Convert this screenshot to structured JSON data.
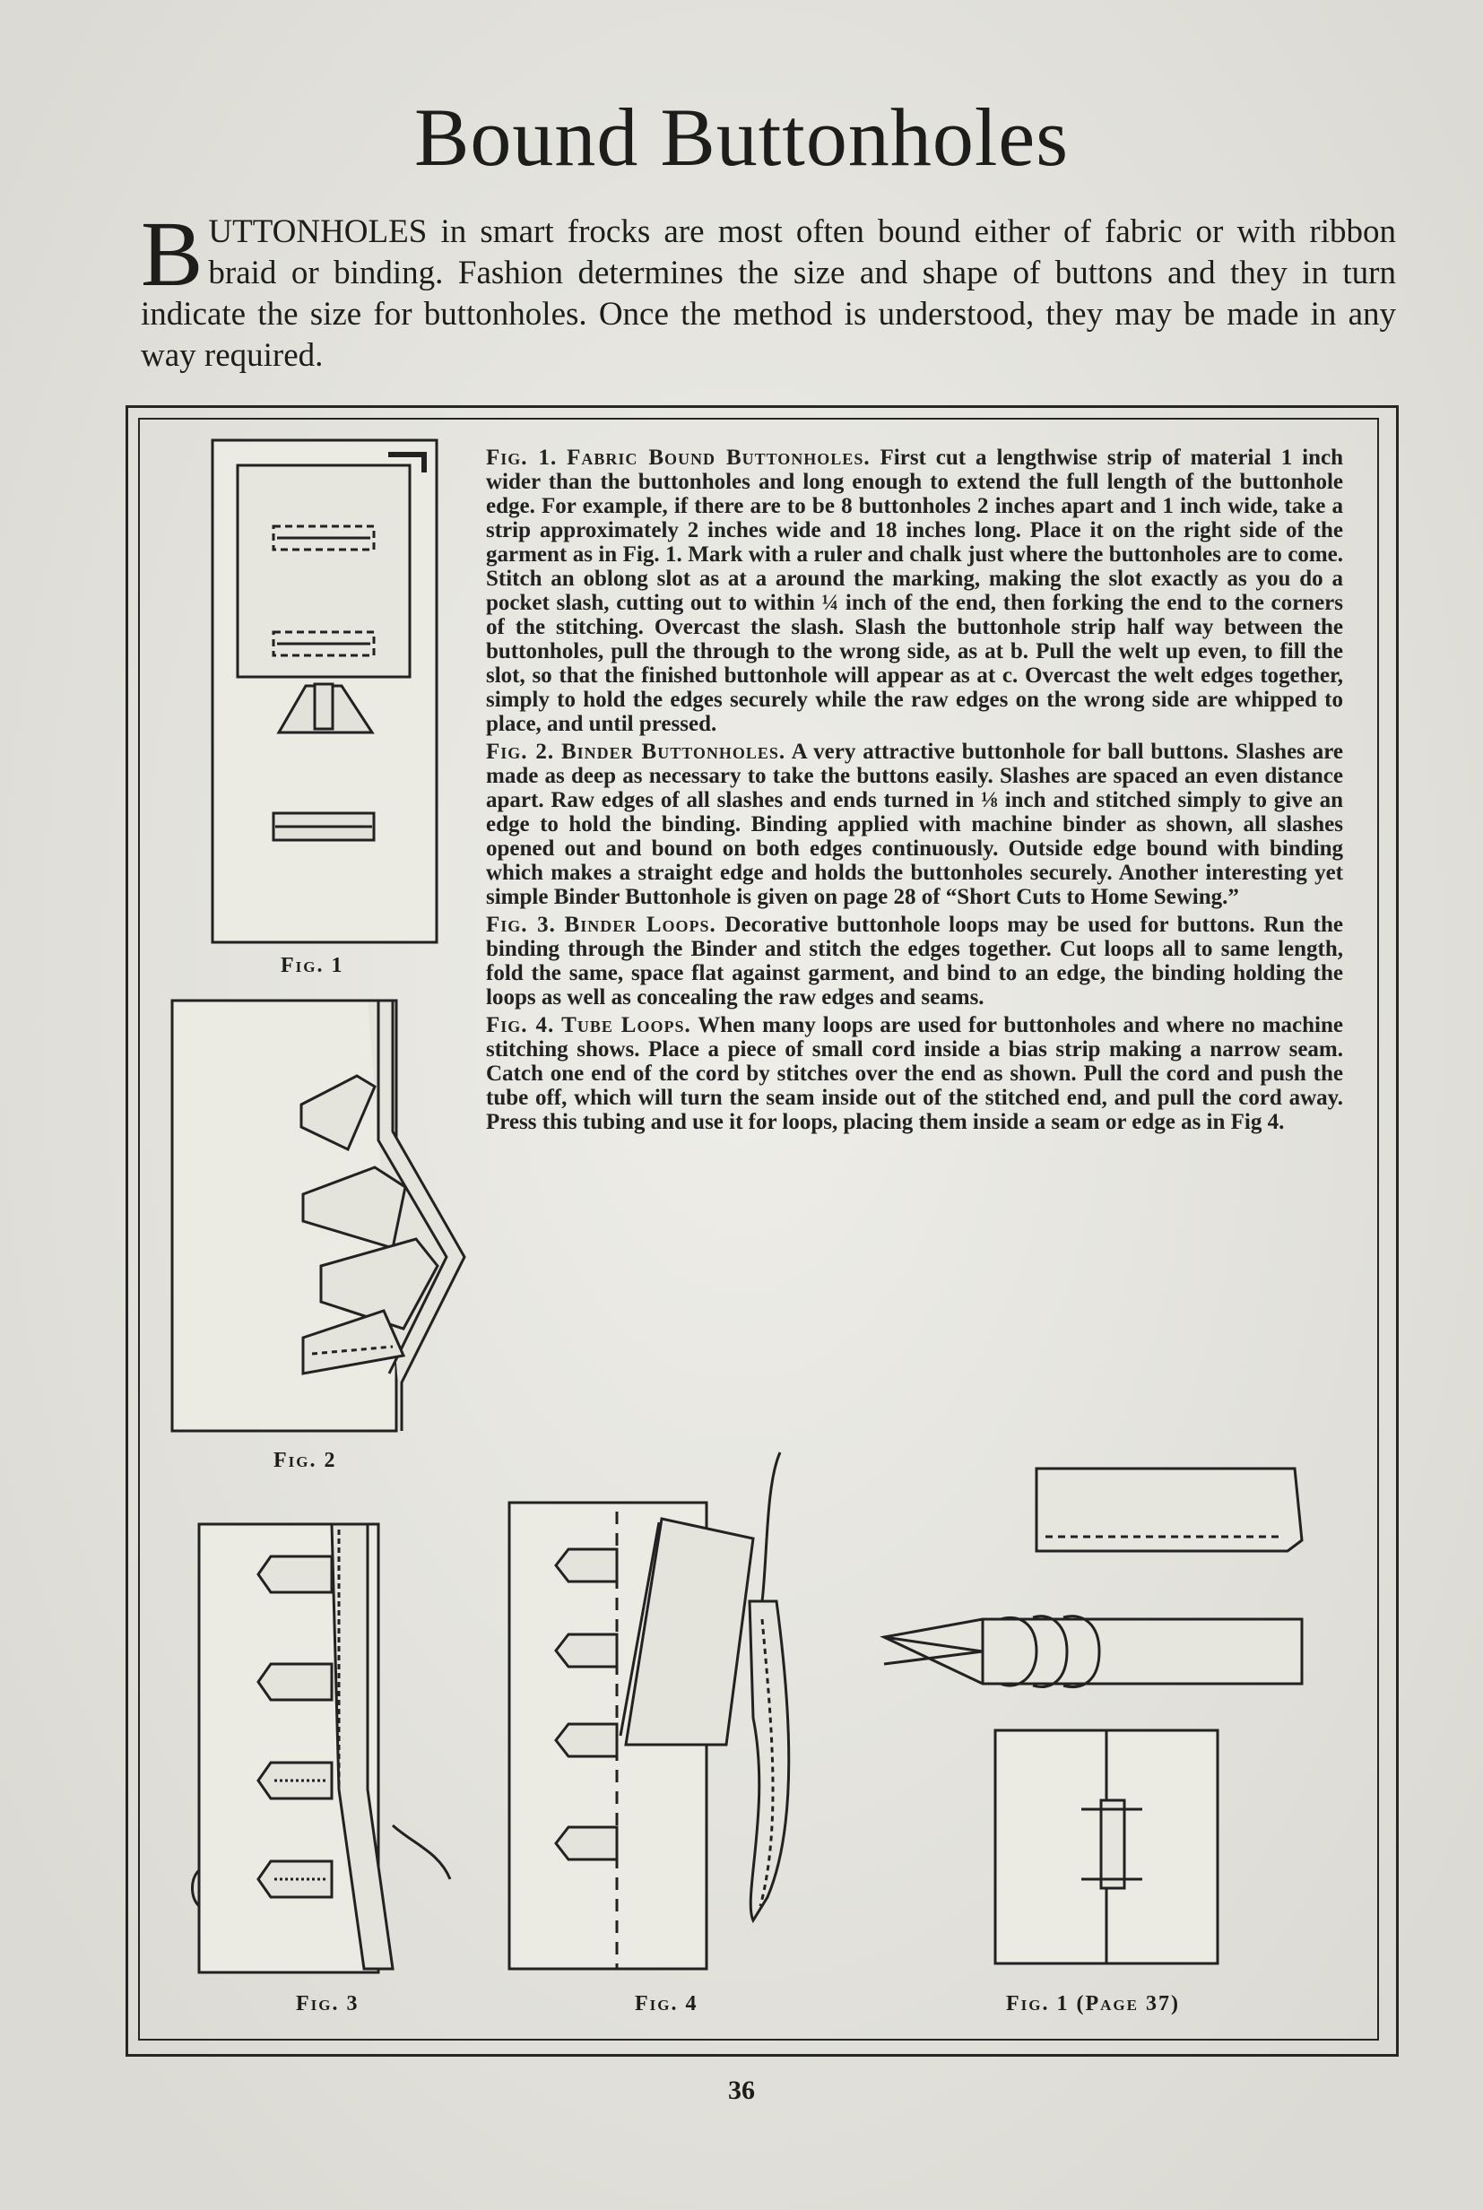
{
  "title": "Bound Buttonholes",
  "intro": {
    "dropcap": "B",
    "text": "UTTONHOLES in smart frocks are most often bound either of fabric or with ribbon braid or binding. Fashion determines the size and shape of buttons and they in turn indicate the size for buttonholes. Once the method is understood, they may be made in any way required."
  },
  "sections": [
    {
      "label": "Fig. 1.",
      "heading": "Fabric Bound Buttonholes.",
      "text": "First cut a lengthwise strip of material 1 inch wider than the buttonholes and long enough to extend the full length of the buttonhole edge. For example, if there are to be 8 buttonholes 2 inches apart and 1 inch wide, take a strip approximately 2 inches wide and 18 inches long. Place it on the right side of the garment as in Fig. 1. Mark with a ruler and chalk just where the buttonholes are to come. Stitch an oblong slot as at a around the marking, making the slot exactly as you do a pocket slash, cutting out to within ¼ inch of the end, then forking the end to the corners of the stitching. Overcast the slash. Slash the buttonhole strip half way between the buttonholes, pull the through to the wrong side, as at b. Pull the welt up even, to fill the slot, so that the finished buttonhole will appear as at c. Overcast the welt edges together, simply to hold the edges securely while the raw edges on the wrong side are whipped to place, and until pressed."
    },
    {
      "label": "Fig. 2.",
      "heading": "Binder Buttonholes.",
      "text": "A very attractive buttonhole for ball buttons. Slashes are made as deep as necessary to take the buttons easily. Slashes are spaced an even distance apart. Raw edges of all slashes and ends turned in ⅛ inch and stitched simply to give an edge to hold the binding. Binding applied with machine binder as shown, all slashes opened out and bound on both edges continuously. Outside edge bound with binding which makes a straight edge and holds the buttonholes securely. Another interesting yet simple Binder Buttonhole is given on page 28 of “Short Cuts to Home Sewing.”"
    },
    {
      "label": "Fig. 3.",
      "heading": "Binder Loops.",
      "text": "Decorative buttonhole loops may be used for buttons. Run the binding through the Binder and stitch the edges together. Cut loops all to same length, fold the same, space flat against garment, and bind to an edge, the binding holding the loops as well as concealing the raw edges and seams."
    },
    {
      "label": "Fig. 4.",
      "heading": "Tube Loops.",
      "text": "When many loops are used for buttonholes and where no machine stitching shows. Place a piece of small cord inside a bias strip making a narrow seam. Catch one end of the cord by stitches over the end as shown. Pull the cord and push the tube off, which will turn the seam inside out of the stitched end, and pull the cord away. Press this tubing and use it for loops, placing them inside a seam or edge as in Fig 4."
    }
  ],
  "captions": {
    "fig1": "Fig. 1",
    "fig2": "Fig. 2",
    "fig3": "Fig. 3",
    "fig4": "Fig. 4",
    "fig1_page37": "Fig. 1 (Page 37)"
  },
  "page_number": "36"
}
